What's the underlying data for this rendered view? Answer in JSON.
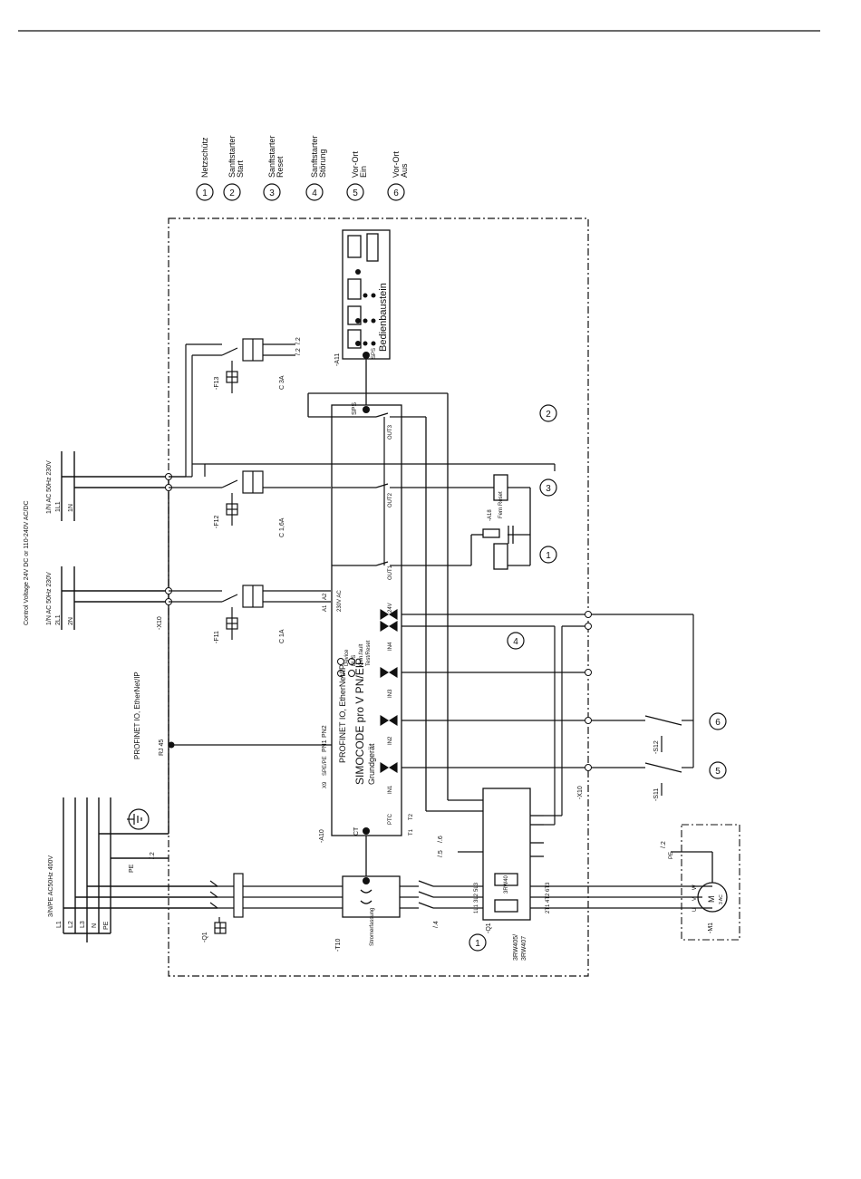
{
  "legend": [
    {
      "num": "1",
      "lines": [
        "Netzschütz"
      ]
    },
    {
      "num": "2",
      "lines": [
        "Sanftstarter",
        "Start"
      ]
    },
    {
      "num": "3",
      "lines": [
        "Sanftstarter",
        "Reset"
      ]
    },
    {
      "num": "4",
      "lines": [
        "Sanftstarter",
        "Störung"
      ]
    },
    {
      "num": "5",
      "lines": [
        "Vor-Ort",
        "Ein"
      ]
    },
    {
      "num": "6",
      "lines": [
        "Vor-Ort",
        "Aus"
      ]
    }
  ],
  "supply": {
    "control_voltage": "Control Voltage 24V DC or 110-240V AC/DC",
    "supply_1n_a": "1/N AC 50Hz 230V",
    "supply_1n_b": "1/N AC 50Hz 230V",
    "l1": "1L1",
    "n1": "1N",
    "l2": "2L1",
    "n2": "2N",
    "main_supply": "3/N/PE AC50Hz 400V",
    "phase_l1": "L1",
    "phase_l2": "L2",
    "phase_l3": "L3",
    "phase_n": "N",
    "phase_pe": "PE",
    "pe_ref": "PE",
    "pe_page": "/.2"
  },
  "devices": {
    "q1_breaker": "-Q1",
    "x10": "-X10",
    "f11": "-F11",
    "f11_rating": "C 1A",
    "f12": "-F12",
    "f12_rating": "C 1,6A",
    "f13": "-F13",
    "f13_rating": "C 3A",
    "a11": "-A11",
    "a10": "-A10",
    "t10": "-T10",
    "stromerfassung": "Stromerfassung",
    "q1_softstarter": "-Q1",
    "softstarter_model_a": "3RW405/",
    "softstarter_model_b": "3RW407",
    "softstarter_type": "3RW40",
    "s11": "-S11",
    "s12": "-S12",
    "a18": "-A18",
    "fern_reset": "Fern Reset",
    "m1": "-M1",
    "motor_m": "M",
    "motor_3ac": "3 AC",
    "x10_lower": "-X10"
  },
  "simocode": {
    "title": "SIMOCODE pro V PN/EIP",
    "protocol": "PROFINET IO, EtherNet/IP",
    "subtitle": "Grundgerät",
    "led_device": "Device",
    "led_bus": "BUS",
    "led_genfault": "Gen.fault",
    "led_test": "Test/Reset",
    "supply_230": "230V AC",
    "sps": "SPS",
    "out1": "OUT1",
    "out2": "OUT2",
    "out3": "OUT3",
    "in1": "IN1",
    "in2": "IN2",
    "in3": "IN3",
    "in4": "IN4",
    "ct": "CT",
    "ptc": "PTC",
    "pn1": "PN1",
    "pn2": "PN2",
    "spe": "SPE/PE",
    "x9": "X9",
    "plus24": "24V",
    "t1": "T1",
    "t2": "T2",
    "a1": "A1",
    "a2": "A2"
  },
  "network": {
    "profinet_label": "PROFINET IO, EtherNet/IP",
    "rj45": "RJ 45"
  },
  "operator_panel": {
    "title": "Bedienbaustein",
    "sps": "SPS"
  },
  "terminals": {
    "l1t": "1L1",
    "l2t": "3L2",
    "l3t": "5L3",
    "t1t": "2T1",
    "t2t": "4T2",
    "t3t": "6T3",
    "u": "U",
    "v": "V",
    "w": "W",
    "pe": "PE"
  },
  "page_refs": {
    "ref_4": "/.4",
    "ref_5": "/.5",
    "ref_6": "/.6",
    "ref_2": "/.2"
  }
}
